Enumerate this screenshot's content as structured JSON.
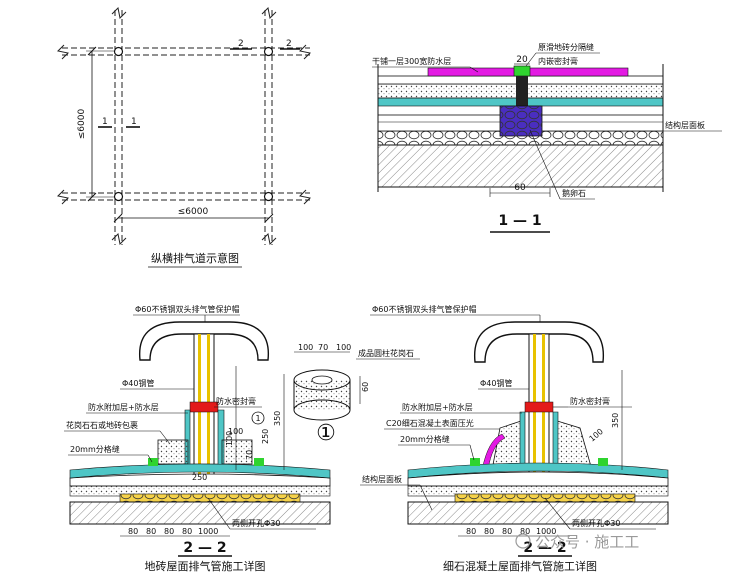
{
  "plan": {
    "dim_vertical": "≤6000",
    "dim_horizontal": "≤6000",
    "section_mark_1": "1",
    "section_mark_2": "2",
    "caption": "纵横排气道示意图"
  },
  "section_1_1": {
    "label_top_left": "干铺一层300宽防水层",
    "label_top_right_1": "原滑地砖分隔缝",
    "label_top_right_2": "内嵌密封膏",
    "dim_top": "20",
    "label_right": "结构层面板",
    "dim_bottom": "60",
    "label_bottom": "鹅卵石",
    "section_title": "1 — 1"
  },
  "detail_left": {
    "cap_label": "Φ60不锈钢双头排气管保护帽",
    "label_pipe": "Φ40钢管",
    "label_waterproof": "防水附加层+防水层",
    "label_sealant": "防水密封膏",
    "label_brick": "花岗石石或地砖包裹",
    "label_joint": "20mm分格缝",
    "label_hole": "两侧开孔Φ30",
    "dim_100": "100",
    "dim_250": "250",
    "dim_350": "350",
    "dim_70": "70",
    "dim_250b": "250",
    "marker_1": "1",
    "dim_bottom": [
      "80",
      "80",
      "80",
      "80",
      "1000"
    ],
    "section_title": "2 — 2",
    "caption": "地砖屋面排气管施工详图"
  },
  "granite_block": {
    "label": "成品圆柱花岗石",
    "dim_100": "100",
    "dim_70": "70",
    "dim_100b": "100",
    "dim_60": "60",
    "marker": "①"
  },
  "detail_right": {
    "cap_label": "Φ60不锈钢双头排气管保护帽",
    "label_pipe": "Φ40钢管",
    "label_waterproof": "防水附加层+防水层",
    "label_concrete": "C20细石混凝土表面压光",
    "label_joint": "20mm分格缝",
    "label_sealant": "防水密封膏",
    "label_structure": "结构层面板",
    "label_hole": "两侧开孔Φ30",
    "dim_350": "350",
    "dim_100": "100",
    "dim_bottom": [
      "80",
      "80",
      "80",
      "80",
      "1000"
    ],
    "section_title": "2 — 2",
    "caption": "细石混凝土屋面排气管施工详图"
  },
  "watermark": "公众号 · 施工工"
}
